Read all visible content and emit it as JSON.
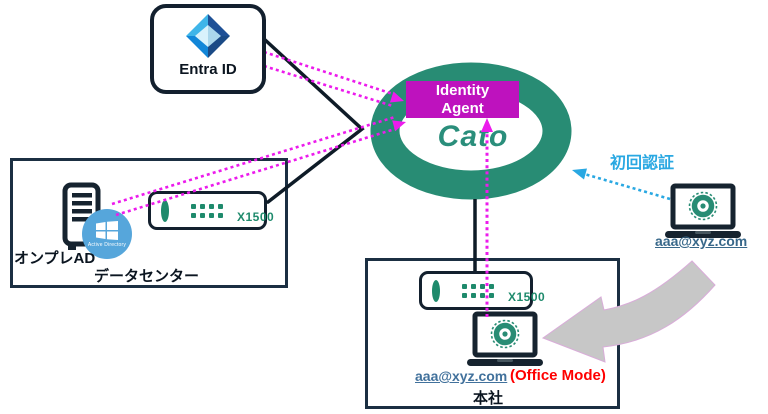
{
  "palette": {
    "dark_navy": "#13202E",
    "teal_ring": "#288C74",
    "green_accent": "#1E8A6C",
    "magenta_box": "#BE12BE",
    "magenta_arrow": "#EC1BEC",
    "blue_annotation": "#29A8E2",
    "red_mode": "#FF0000",
    "link_blue_hq": "#41719C",
    "link_blue_remote": "#38688A",
    "gray_arrow": "#C7C7C7"
  },
  "nodes": {
    "entra": {
      "label": "Entra ID",
      "icon": "entra-id-diamond-logo"
    },
    "identity_agent": {
      "label": "Identity\nAgent"
    },
    "cato_cloud": {
      "label": "Cato",
      "shape": "teal-donut-ring"
    },
    "datacenter": {
      "label": "データセンター",
      "onprem_ad_label": "オンプレAD",
      "ad_badge_text": "Active Directory",
      "appliance_model": "X1500",
      "icons": [
        "server-tower-icon",
        "active-directory-windows-icon",
        "cato-socket-appliance"
      ]
    },
    "headquarters": {
      "label": "本社",
      "appliance_model": "X1500",
      "client_email": "aaa@xyz.com",
      "client_mode": "(Office Mode)",
      "icons": [
        "cato-socket-appliance",
        "laptop-cato-client-icon"
      ]
    },
    "remote_user": {
      "client_email": "aaa@xyz.com",
      "annotation": "初回認証",
      "icons": [
        "laptop-cato-client-icon"
      ]
    }
  },
  "flows": [
    {
      "from": "entra",
      "to": "identity_agent",
      "style": "magenta-dotted-double-arrow"
    },
    {
      "from": "onprem_ad",
      "to": "identity_agent",
      "style": "magenta-dotted-double-arrow"
    },
    {
      "from": "hq_laptop",
      "to": "identity_agent",
      "style": "magenta-dotted-vertical-arrow"
    },
    {
      "from": "entra",
      "to": "cato_cloud",
      "style": "black-solid-line"
    },
    {
      "from": "datacenter_appliance",
      "to": "cato_cloud",
      "style": "black-solid-line"
    },
    {
      "from": "cato_cloud",
      "to": "hq_appliance",
      "style": "black-solid-line"
    },
    {
      "from": "remote_laptop",
      "to": "cato_cloud",
      "style": "blue-dotted-arrow",
      "label": "初回認証"
    },
    {
      "from": "outside_right",
      "to": "hq_laptop",
      "style": "gray-curved-block-arrow"
    }
  ]
}
